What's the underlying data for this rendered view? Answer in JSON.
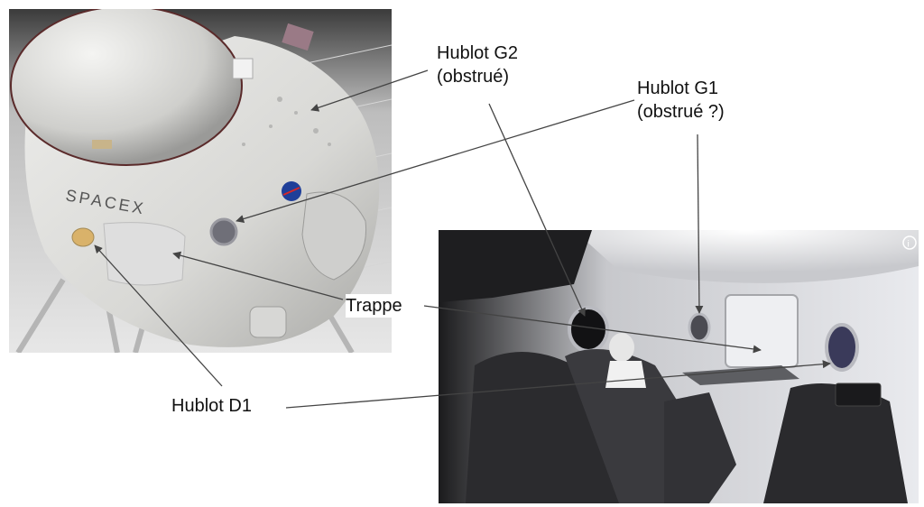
{
  "labels": {
    "g2_line1": "Hublot G2",
    "g2_line2": "(obstrué)",
    "g1_line1": "Hublot G1",
    "g1_line2": "(obstrué ?)",
    "trappe": "Trappe",
    "d1": "Hublot D1"
  },
  "capsule_photo": {
    "logo_text": "SPACEX"
  },
  "colors": {
    "capsule_body": "#e4e4e2",
    "hangar_background": "#c9c9c9",
    "cabin_wall": "#dcdde0",
    "seat_dark": "#2b2b2e",
    "arrow": "#444444"
  }
}
